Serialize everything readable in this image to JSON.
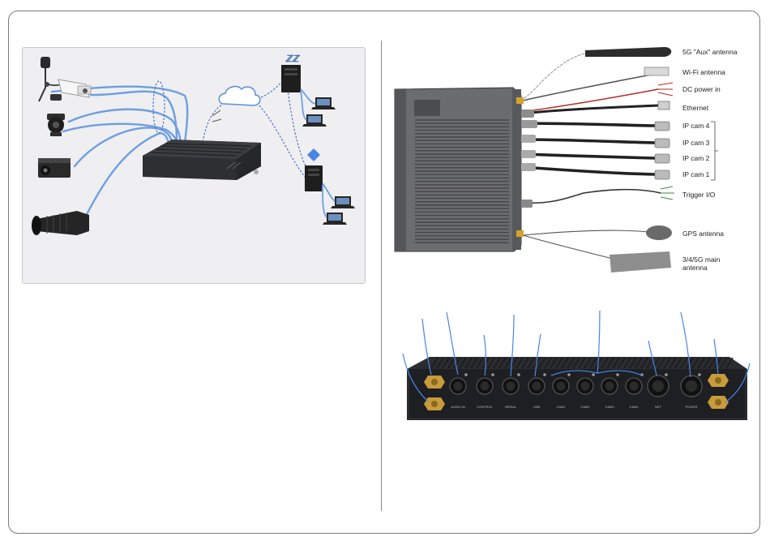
{
  "cable_labels": [
    "5G \"Aux\" antenna",
    "Wi-Fi antenna",
    "DC power in",
    "Ethernet",
    "IP cam 4",
    "IP cam 3",
    "IP cam 2",
    "IP cam 1",
    "Trigger I/O",
    "GPS antenna",
    "3/4/5G main",
    "antenna"
  ],
  "port_labels": [
    "AUDIO IN",
    "CONTROL",
    "SERIAL",
    "USB",
    "CAM1",
    "CAM2",
    "CAM3",
    "CAM4",
    "NET",
    "POWER"
  ],
  "colors": {
    "cable_blue": "#6f9fe0",
    "device_dark": "#2a2b2e",
    "panel_bg": "#efeff1",
    "arrow_blue": "#4a86e8"
  }
}
